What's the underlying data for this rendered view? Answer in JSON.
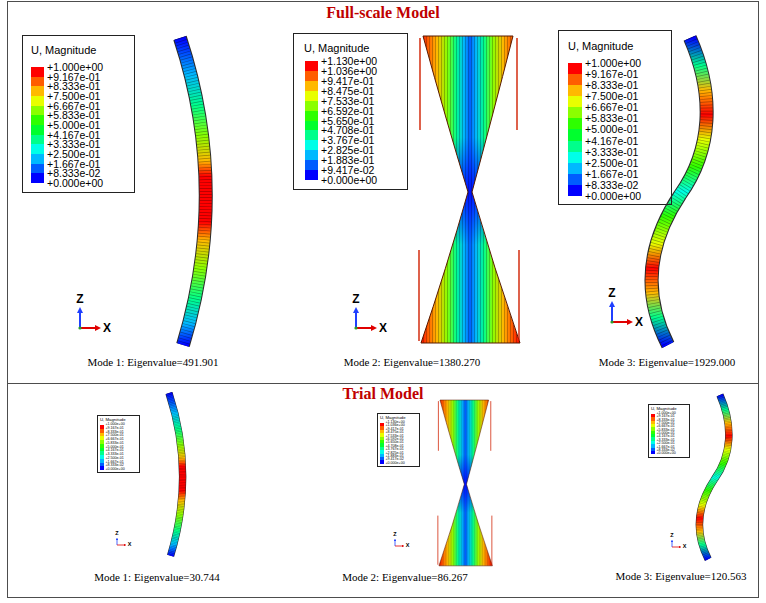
{
  "diagram": {
    "nodes": [
      {
        "text": [
          "Full-scale Model"
        ]
      },
      {
        "text": [
          "Trial Model"
        ]
      }
    ],
    "labels": [
      "U, Magnitude",
      "U, Magnitude",
      "U, Magnitude",
      "Z",
      "X",
      "Z",
      "X",
      "Z",
      "X",
      "Mode 1: Eigenvalue=491.901",
      "Mode 2: Eigenvalue=1380.270",
      "Mode 3: Eigenvalue=1929.000",
      "U, Magnitude",
      "U, Magnitude",
      "U, Magnitude",
      "Z",
      "X",
      "Z",
      "X",
      "Z",
      "X",
      "Mode 1: Eigenvalue=30.744",
      "Mode 2: Eigenvalue=86.267",
      "Mode 3: Eigenvalue=120.563"
    ],
    "legend": [
      {
        "text": "+1.000e+00",
        "color": "#ff0000"
      },
      {
        "text": "+9.167e-01",
        "color": "#ff5d00"
      },
      {
        "text": "+8.333e-01",
        "color": "#ffb900"
      },
      {
        "text": "+7.500e-01",
        "color": "#e8ff00"
      },
      {
        "text": "+6.667e-01",
        "color": "#8bff00"
      },
      {
        "text": "+5.833e-01",
        "color": "#2eff00"
      },
      {
        "text": "+5.000e-01",
        "color": "#00ff2e"
      },
      {
        "text": "+4.167e-01",
        "color": "#00ff8b"
      },
      {
        "text": "+3.333e-01",
        "color": "#00ffe8"
      },
      {
        "text": "+2.500e-01",
        "color": "#00b9ff"
      },
      {
        "text": "+1.667e-01",
        "color": "#005dff"
      },
      {
        "text": "+8.333e-02",
        "color": "#0000ff"
      },
      {
        "text": "+0.000e+00"
      },
      {
        "text": "+1.130e+00",
        "color": "#ff0000"
      },
      {
        "text": "+1.036e+00",
        "color": "#ff5d00"
      },
      {
        "text": "+9.417e-01",
        "color": "#ffb900"
      },
      {
        "text": "+8.475e-01",
        "color": "#e8ff00"
      },
      {
        "text": "+7.533e-01",
        "color": "#8bff00"
      },
      {
        "text": "+6.592e-01",
        "color": "#2eff00"
      },
      {
        "text": "+5.650e-01",
        "color": "#00ff2e"
      },
      {
        "text": "+4.708e-01",
        "color": "#00ff8b"
      },
      {
        "text": "+3.767e-01",
        "color": "#00ffe8"
      },
      {
        "text": "+2.825e-01",
        "color": "#00b9ff"
      },
      {
        "text": "+1.883e-01",
        "color": "#005dff"
      },
      {
        "text": "+9.417e-02",
        "color": "#0000ff"
      },
      {
        "text": "+0.000e+00"
      },
      {
        "text": "+1.000e+00",
        "color": "#ff0000"
      },
      {
        "text": "+9.167e-01",
        "color": "#ff5d00"
      },
      {
        "text": "+8.333e-01",
        "color": "#ffb900"
      },
      {
        "text": "+7.500e-01",
        "color": "#e8ff00"
      },
      {
        "text": "+6.667e-01",
        "color": "#8bff00"
      },
      {
        "text": "+5.833e-01",
        "color": "#2eff00"
      },
      {
        "text": "+5.000e-01",
        "color": "#00ff2e"
      },
      {
        "text": "+4.167e-01",
        "color": "#00ff8b"
      },
      {
        "text": "+3.333e-01",
        "color": "#00ffe8"
      },
      {
        "text": "+2.500e-01",
        "color": "#00b9ff"
      },
      {
        "text": "+1.667e-01",
        "color": "#005dff"
      },
      {
        "text": "+8.333e-02",
        "color": "#0000ff"
      },
      {
        "text": "+0.000e+00"
      },
      {
        "text": "+1.000e+00",
        "color": "#ff0000"
      },
      {
        "text": "+9.167e-01",
        "color": "#ff5d00"
      },
      {
        "text": "+8.333e-01",
        "color": "#ffb900"
      },
      {
        "text": "+7.500e-01",
        "color": "#e8ff00"
      },
      {
        "text": "+6.667e-01",
        "color": "#8bff00"
      },
      {
        "text": "+5.833e-01",
        "color": "#2eff00"
      },
      {
        "text": "+5.000e-01",
        "color": "#00ff2e"
      },
      {
        "text": "+4.167e-01",
        "color": "#00ff8b"
      },
      {
        "text": "+3.333e-01",
        "color": "#00ffe8"
      },
      {
        "text": "+2.500e-01",
        "color": "#00b9ff"
      },
      {
        "text": "+1.667e-01",
        "color": "#005dff"
      },
      {
        "text": "+8.333e-02",
        "color": "#0000ff"
      },
      {
        "text": "+0.000e+00"
      },
      {
        "text": "+1.130e+00",
        "color": "#ff0000"
      },
      {
        "text": "+1.036e+00",
        "color": "#ff5d00"
      },
      {
        "text": "+9.417e-01",
        "color": "#ffb900"
      },
      {
        "text": "+8.475e-01",
        "color": "#e8ff00"
      },
      {
        "text": "+7.533e-01",
        "color": "#8bff00"
      },
      {
        "text": "+6.592e-01",
        "color": "#2eff00"
      },
      {
        "text": "+5.650e-01",
        "color": "#00ff2e"
      },
      {
        "text": "+4.708e-01",
        "color": "#00ff8b"
      },
      {
        "text": "+3.767e-01",
        "color": "#00ffe8"
      },
      {
        "text": "+2.825e-01",
        "color": "#00b9ff"
      },
      {
        "text": "+1.883e-01",
        "color": "#005dff"
      },
      {
        "text": "+9.417e-02",
        "color": "#0000ff"
      },
      {
        "text": "+0.000e+00"
      },
      {
        "text": "+1.000e+00",
        "color": "#ff0000"
      },
      {
        "text": "+9.167e-01",
        "color": "#ff5d00"
      },
      {
        "text": "+8.333e-01",
        "color": "#ffb900"
      },
      {
        "text": "+7.500e-01",
        "color": "#e8ff00"
      },
      {
        "text": "+6.667e-01",
        "color": "#8bff00"
      },
      {
        "text": "+5.833e-01",
        "color": "#2eff00"
      },
      {
        "text": "+5.000e-01",
        "color": "#00ff2e"
      },
      {
        "text": "+4.167e-01",
        "color": "#00ff8b"
      },
      {
        "text": "+3.333e-01",
        "color": "#00ffe8"
      },
      {
        "text": "+2.500e-01",
        "color": "#00b9ff"
      },
      {
        "text": "+1.667e-01",
        "color": "#005dff"
      },
      {
        "text": "+8.333e-02",
        "color": "#0000ff"
      },
      {
        "text": "+0.000e+00"
      }
    ]
  }
}
